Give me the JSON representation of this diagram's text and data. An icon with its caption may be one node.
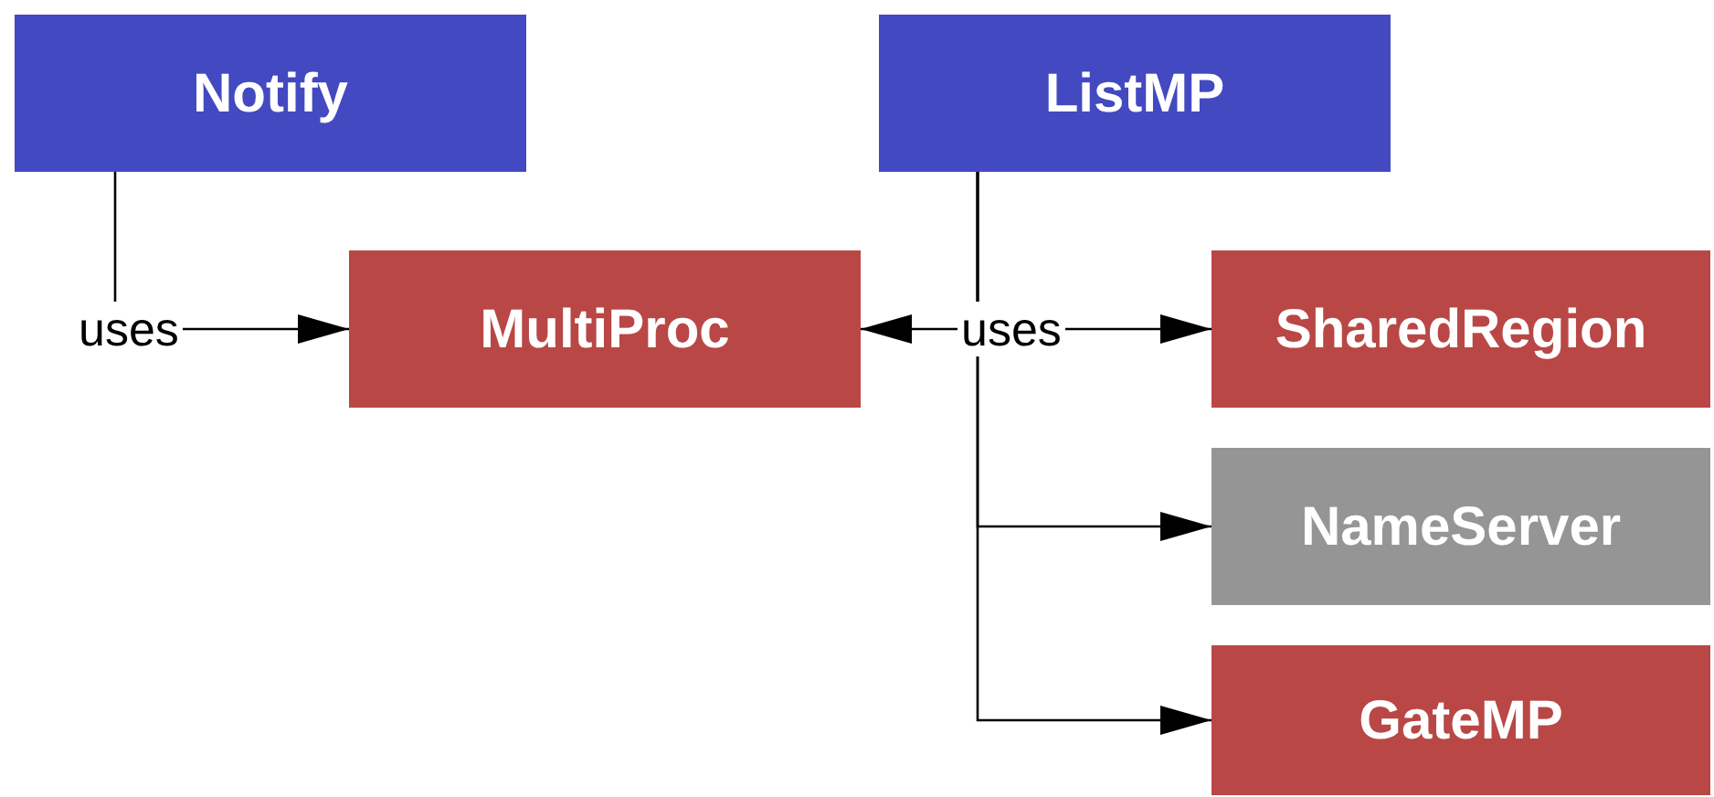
{
  "diagram": {
    "nodes": [
      {
        "text": [
          "Notify"
        ]
      },
      {
        "text": [
          "ListMP"
        ]
      },
      {
        "text": [
          "MultiProc"
        ]
      },
      {
        "text": [
          "SharedRegion"
        ]
      },
      {
        "text": [
          "NameServer"
        ]
      },
      {
        "text": [
          "GateMP"
        ]
      }
    ],
    "edges": [
      {
        "from": 0,
        "to": 2,
        "arrow": "to",
        "label": "uses"
      },
      {
        "from": 1,
        "to": 2,
        "arrow": "to",
        "label": "uses"
      },
      {
        "from": 1,
        "to": 3,
        "arrow": "to"
      },
      {
        "from": 1,
        "to": 4,
        "arrow": "to"
      },
      {
        "from": 1,
        "to": 5,
        "arrow": "to"
      }
    ]
  }
}
